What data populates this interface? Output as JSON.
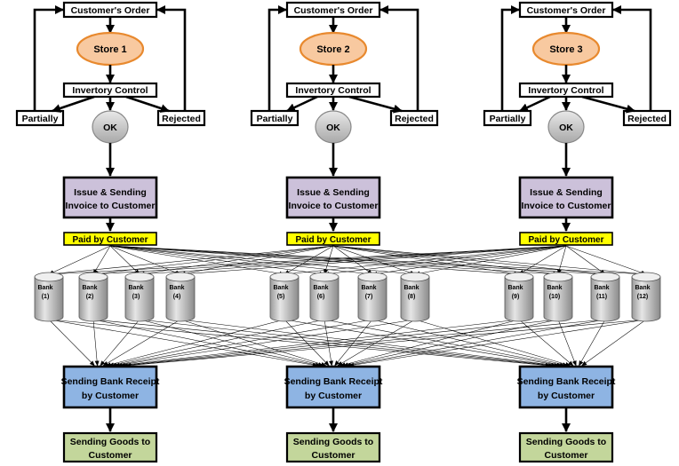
{
  "columns": [
    {
      "order_label": "Customer's Order",
      "store_label": "Store 1",
      "inventory_label": "Invertory Control",
      "partial_label": "Partially",
      "rejected_label": "Rejected",
      "ok_label": "OK",
      "issue_label": [
        "Issue & Sending",
        "Invoice to Customer"
      ],
      "paid_label": "Paid by Customer",
      "receipt_label": [
        "Sending Bank Receipt",
        "by Customer"
      ],
      "goods_label": [
        "Sending Goods to",
        "Customer"
      ]
    },
    {
      "order_label": "Customer's Order",
      "store_label": "Store 2",
      "inventory_label": "Invertory Control",
      "partial_label": "Partially",
      "rejected_label": "Rejected",
      "ok_label": "OK",
      "issue_label": [
        "Issue & Sending",
        "Invoice to Customer"
      ],
      "paid_label": "Paid by Customer",
      "receipt_label": [
        "Sending Bank Receipt",
        "by Customer"
      ],
      "goods_label": [
        "Sending Goods to",
        "Customer"
      ]
    },
    {
      "order_label": "Customer's Order",
      "store_label": "Store 3",
      "inventory_label": "Invertory Control",
      "partial_label": "Partially",
      "rejected_label": "Rejected",
      "ok_label": "OK",
      "issue_label": [
        "Issue & Sending",
        "Invoice to Customer"
      ],
      "paid_label": "Paid by Customer",
      "receipt_label": [
        "Sending Bank Receipt",
        "by Customer"
      ],
      "goods_label": [
        "Sending Goods to",
        "Customer"
      ]
    }
  ],
  "banks": [
    {
      "name": "Bank",
      "num": "(1)"
    },
    {
      "name": "Bank",
      "num": "(2)"
    },
    {
      "name": "Bank",
      "num": "(3)"
    },
    {
      "name": "Bank",
      "num": "(4)"
    },
    {
      "name": "Bank",
      "num": "(5)"
    },
    {
      "name": "Bank",
      "num": "(6)"
    },
    {
      "name": "Bank",
      "num": "(7)"
    },
    {
      "name": "Bank",
      "num": "(8)"
    },
    {
      "name": "Bank",
      "num": "(9)"
    },
    {
      "name": "Bank",
      "num": "(10)"
    },
    {
      "name": "Bank",
      "num": "(11)"
    },
    {
      "name": "Bank",
      "num": "(12)"
    }
  ],
  "colors": {
    "store_fill": "#F8C9A0",
    "store_stroke": "#E8892E",
    "ok_fill": "#D3D3D3",
    "issue_fill": "#CCC1DA",
    "paid_fill": "#FFFF00",
    "receipt_fill": "#8EB4E3",
    "goods_fill": "#C3D69B",
    "bank_fill": "#D0D0D0",
    "bank_top": "#EFEFEF"
  }
}
